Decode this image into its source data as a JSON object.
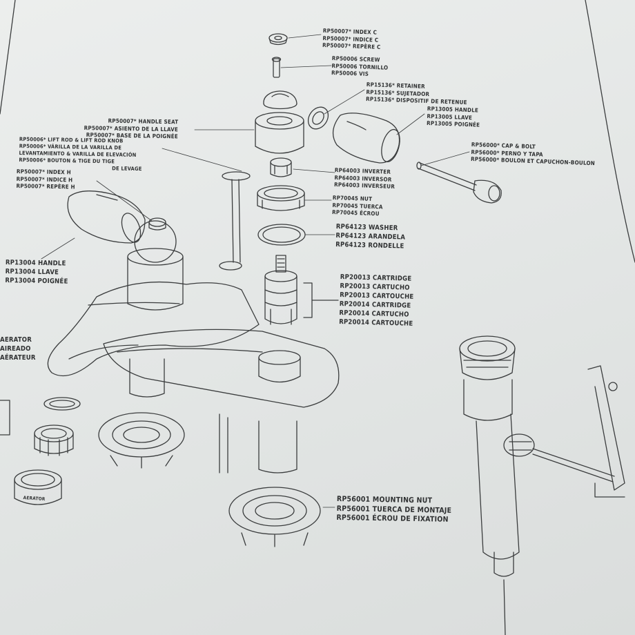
{
  "parts": {
    "index_c": [
      "RP50007* INDEX C",
      "RP50007* INDICE C",
      "RP50007* REPÈRE C"
    ],
    "screw": [
      "RP50006 SCREW",
      "RP50006 TORNILLO",
      "RP50006 VIS"
    ],
    "retainer": [
      "RP15136* RETAINER",
      "RP15136* SUJETADOR",
      "RP15136* DISPOSITIF DE RETENUE"
    ],
    "handle_right": [
      "RP13005 HANDLE",
      "RP13005 LLAVE",
      "RP13005 POIGNÉE"
    ],
    "handle_seat": [
      "RP50007* HANDLE SEAT",
      "RP50007* ASIENTO DE LA LLAVE",
      "RP50007* BASE DE LA POIGNÉE"
    ],
    "lift_rod": [
      "RP50006* LIFT ROD & LIFT ROD KNOB",
      "RP50006* VÁRILLA DE LA VARILLA DE",
      "LEVANTAMIENTO & VARILLA DE ELEVACIÓN",
      "RP50006* BOUTON & TIGE DU TIGE",
      "DE LEVAGE"
    ],
    "index_h": [
      "RP50007* INDEX H",
      "RP50007* INDICE H",
      "RP50007* REPÈRE H"
    ],
    "cap_bolt": [
      "RP56000* CAP & BOLT",
      "RP56000* PERNO Y TAPA",
      "RP56000* BOULON ET CAPUCHON-BOULON"
    ],
    "inverter": [
      "RP64003 INVERTER",
      "RP64003 INVERSOR",
      "RP64003 INVERSEUR"
    ],
    "nut": [
      "RP70045 NUT",
      "RP70045 TUERCA",
      "RP70045 ÉCROU"
    ],
    "handle_left": [
      "RP13004 HANDLE",
      "RP13004 LLAVE",
      "RP13004 POIGNÉE"
    ],
    "washer": [
      "RP64123 WASHER",
      "RP64123 ARANDELA",
      "RP64123 RONDELLE"
    ],
    "cartridge": [
      "RP20013 CARTRIDGE",
      "RP20013 CARTUCHO",
      "RP20013 CARTOUCHE",
      "RP20014 CARTRIDGE",
      "RP20014 CARTUCHO",
      "RP20014 CARTOUCHE"
    ],
    "aerator": [
      "AERATOR",
      "AIREADO",
      "AÉRATEUR"
    ],
    "aerator_ring_text": "AERATOR",
    "mounting_nut": [
      "RP56001 MOUNTING NUT",
      "RP56001 TUERCA DE MONTAJE",
      "RP56001 ÉCROU DE FIXATION"
    ]
  },
  "colors": {
    "paper": "#e6e9e8",
    "ink": "#2f3132"
  }
}
